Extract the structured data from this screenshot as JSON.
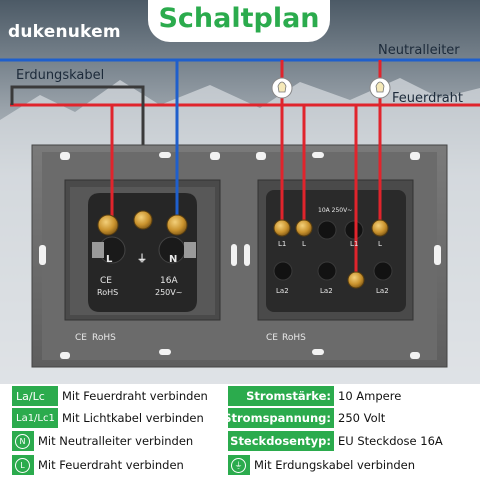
{
  "header": {
    "brand": "dukenukem",
    "title": "Schaltplan"
  },
  "wires": {
    "neutral": {
      "label": "Neutralleiter",
      "color": "#1f5fcc"
    },
    "earth": {
      "label": "Erdungskabel",
      "color": "#3a3a3a"
    },
    "live": {
      "label": "Feuerdraht",
      "color": "#e0242c"
    }
  },
  "socket": {
    "terminals": [
      "L",
      "⏚",
      "N"
    ],
    "markings": [
      "CE",
      "RoHS",
      "16A",
      "250V~"
    ],
    "frame_marks": [
      "CE",
      "RoHS"
    ]
  },
  "switch": {
    "terminals_top": [
      "L1",
      "L",
      "L"
    ],
    "terminals_bottom": [
      "La2",
      "La2",
      "La2"
    ],
    "mid_marks": [
      "10A 250V~",
      "L1"
    ],
    "frame_marks": [
      "CE",
      "RoHS"
    ]
  },
  "legend_left": [
    {
      "code": "La/Lc",
      "text": "Mit Feuerdraht verbinden"
    },
    {
      "code": "La1/Lc1",
      "text": "Mit Lichtkabel verbinden"
    },
    {
      "code": "N",
      "text": "Mit Neutralleiter verbinden"
    },
    {
      "code": "L",
      "text": "Mit Feuerdraht verbinden"
    }
  ],
  "legend_right": [
    {
      "label": "Stromstärke:",
      "value": "10 Ampere"
    },
    {
      "label": "Stromspannung:",
      "value": "250 Volt"
    },
    {
      "label": "Steckdosentyp:",
      "value": "EU Steckdose 16A"
    },
    {
      "label": "⏚",
      "value": "Mit Erdungskabel verbinden"
    }
  ]
}
